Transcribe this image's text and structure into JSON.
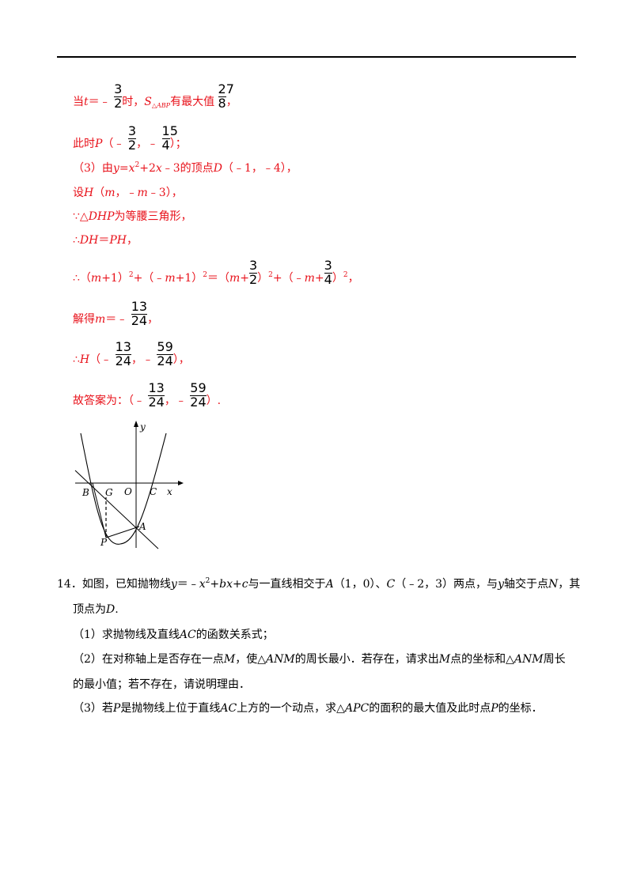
{
  "solution": {
    "l1": {
      "a": "当",
      "t": "t",
      "b": "＝﹣",
      "f1n": "3",
      "f1d": "2",
      "c": "时，",
      "S": "S",
      "sub": "△ABP",
      "d": "有最大值",
      "f2n": "27",
      "f2d": "8",
      "e": "，"
    },
    "l2": {
      "a": "此时",
      "P": "P",
      "b": "（﹣",
      "f1n": "3",
      "f1d": "2",
      "c": "，﹣",
      "f2n": "15",
      "f2d": "4",
      "d": "）；"
    },
    "l3": {
      "a": "（3）由",
      "y": "y",
      "b": "=",
      "x1": "x",
      "sup": "2",
      "c": "+2",
      "x2": "x",
      "d": "﹣3的顶点",
      "D": "D",
      "e": "（﹣1，﹣4），"
    },
    "l4": {
      "a": "设",
      "H": "H",
      "b": "（",
      "m1": "m",
      "c": "，﹣",
      "m2": "m",
      "d": "﹣3），"
    },
    "l5": {
      "a": "∵△",
      "DHP": "DHP",
      "b": "为等腰三角形，"
    },
    "l6": {
      "a": "∴",
      "DH": "DH",
      "b": "＝",
      "PH": "PH",
      "c": "，"
    },
    "l7": {
      "a": "∴（",
      "m1": "m",
      "b": "+1）",
      "s1": "2",
      "c": "+（﹣",
      "m2": "m",
      "d": "+1）",
      "s2": "2",
      "e": "＝（",
      "m3": "m",
      "f": "+",
      "f1n": "3",
      "f1d": "2",
      "g": "）",
      "s3": "2",
      "h": "+（﹣",
      "m4": "m",
      "i": "+",
      "f2n": "3",
      "f2d": "4",
      "j": "）",
      "s4": "2",
      "k": "，"
    },
    "l8": {
      "a": "解得",
      "m": "m",
      "b": "＝﹣",
      "fn": "13",
      "fd": "24",
      "c": "，"
    },
    "l9": {
      "a": "∴",
      "H": "H",
      "b": "（﹣",
      "f1n": "13",
      "f1d": "24",
      "c": "，﹣",
      "f2n": "59",
      "f2d": "24",
      "d": "），"
    },
    "l10": {
      "a": "故答案为：（﹣",
      "f1n": "13",
      "f1d": "24",
      "b": "，﹣",
      "f2n": "59",
      "f2d": "24",
      "c": "）."
    }
  },
  "figure": {
    "labels": {
      "y": "y",
      "x": "x",
      "O": "O",
      "B": "B",
      "G": "G",
      "C": "C",
      "A": "A",
      "P": "P"
    }
  },
  "question": {
    "l1": {
      "num": "14．如图，已知抛物线",
      "y": "y",
      "a": "＝﹣",
      "x": "x",
      "sup": "2",
      "b": "+",
      "bx": "bx",
      "c": "+",
      "cc": "c",
      "d": "与一直线相交于",
      "A": "A",
      "e": "（1，0）、",
      "C": "C",
      "f": "（﹣2，3）两点，与",
      "y2": "y",
      "g": "轴交于点",
      "N": "N",
      "h": "，其"
    },
    "l2": {
      "a": "顶点为",
      "D": "D",
      "b": "."
    },
    "l3": {
      "a": "（1）求抛物线及直线",
      "AC": "AC",
      "b": "的函数关系式；"
    },
    "l4": {
      "a": "（2）在对称轴上是否存在一点",
      "M": "M",
      "b": "，使△",
      "ANM": "ANM",
      "c": "的周长最小．若存在，请求出",
      "M2": "M",
      "d": "点的坐标和△",
      "ANM2": "ANM",
      "e": "周长"
    },
    "l5": {
      "a": "的最小值；若不存在，请说明理由．"
    },
    "l6": {
      "a": "（3）若",
      "P": "P",
      "b": "是抛物线上位于直线",
      "AC": "AC",
      "c": "上方的一个动点，求△",
      "APC": "APC",
      "d": "的面积的最大值及此时点",
      "P2": "P",
      "e": "的坐标．"
    }
  }
}
